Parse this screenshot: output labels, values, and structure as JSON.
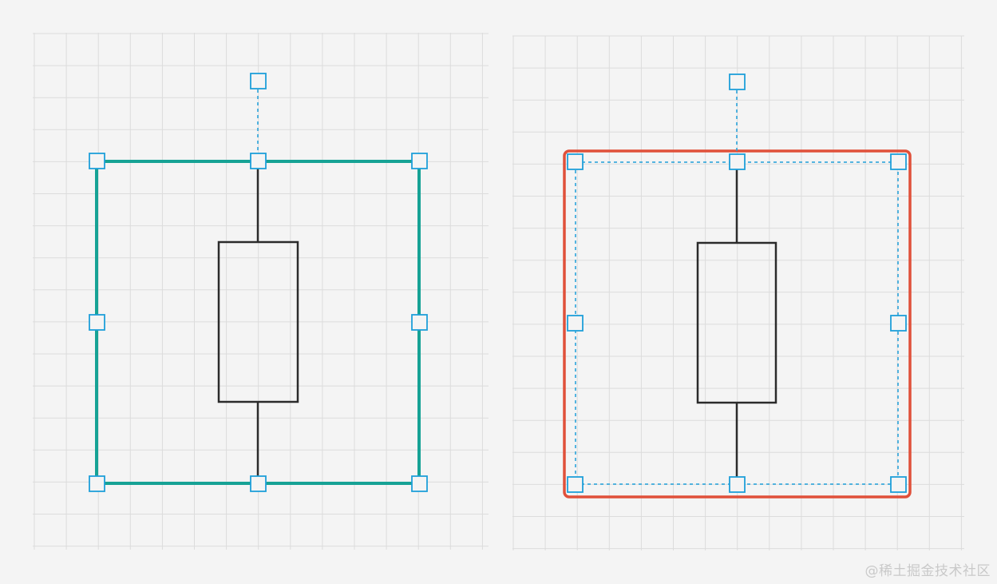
{
  "colors": {
    "background": "#f4f4f4",
    "grid": "#dcdcdc",
    "handle": "#1e9fd9",
    "symbol": "#2b2b2b",
    "frame_left": "#16a295",
    "frame_right": "#e0503a"
  },
  "panels": [
    {
      "name": "left-panel",
      "frame_style": "selection-outline",
      "frame_color": "#16a295"
    },
    {
      "name": "right-panel",
      "frame_style": "enclosing-box",
      "frame_color": "#e0503a"
    }
  ],
  "watermark": {
    "text": "@稀土掘金技术社区"
  }
}
